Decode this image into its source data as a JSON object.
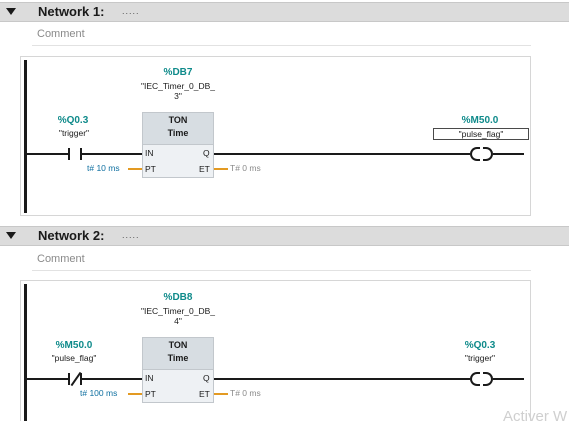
{
  "networks": [
    {
      "title": "Network 1:",
      "dots": ".....",
      "comment": "Comment",
      "contact": {
        "type": "NO",
        "address": "%Q0.3",
        "tag": "\"trigger\""
      },
      "timer": {
        "db_address": "%DB7",
        "db_name_line1": "\"IEC_Timer_0_DB_",
        "db_name_line2": "3\"",
        "type": "TON",
        "unit": "Time",
        "pins": {
          "in": "IN",
          "q": "Q",
          "pt": "PT",
          "et": "ET"
        },
        "pt_value": "t# 10 ms",
        "et_value": "T# 0 ms"
      },
      "coil": {
        "address": "%M50.0",
        "tag": "\"pulse_flag\""
      }
    },
    {
      "title": "Network 2:",
      "dots": ".....",
      "comment": "Comment",
      "contact": {
        "type": "NC",
        "address": "%M50.0",
        "tag": "\"pulse_flag\""
      },
      "timer": {
        "db_address": "%DB8",
        "db_name_line1": "\"IEC_Timer_0_DB_",
        "db_name_line2": "4\"",
        "type": "TON",
        "unit": "Time",
        "pins": {
          "in": "IN",
          "q": "Q",
          "pt": "PT",
          "et": "ET"
        },
        "pt_value": "t# 100 ms",
        "et_value": "T# 0 ms"
      },
      "coil": {
        "address": "%Q0.3",
        "tag": "\"trigger\""
      }
    }
  ],
  "watermark": "Activer W"
}
